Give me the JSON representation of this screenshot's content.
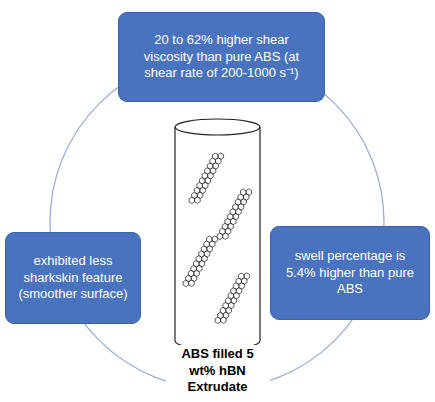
{
  "diagram": {
    "nodes": [
      {
        "text": [
          "20 to 62% higher shear viscosity than pure ABS (at shear rate of 200-1000 s⁻¹)"
        ]
      },
      {
        "text": [
          "ABS filled 5 wt% hBN Extrudate"
        ]
      },
      {
        "text": [
          "exhibited less sharkskin feature (smoother surface)"
        ]
      },
      {
        "text": [
          "swell percentage is 5.4% higher than pure ABS"
        ]
      }
    ]
  }
}
